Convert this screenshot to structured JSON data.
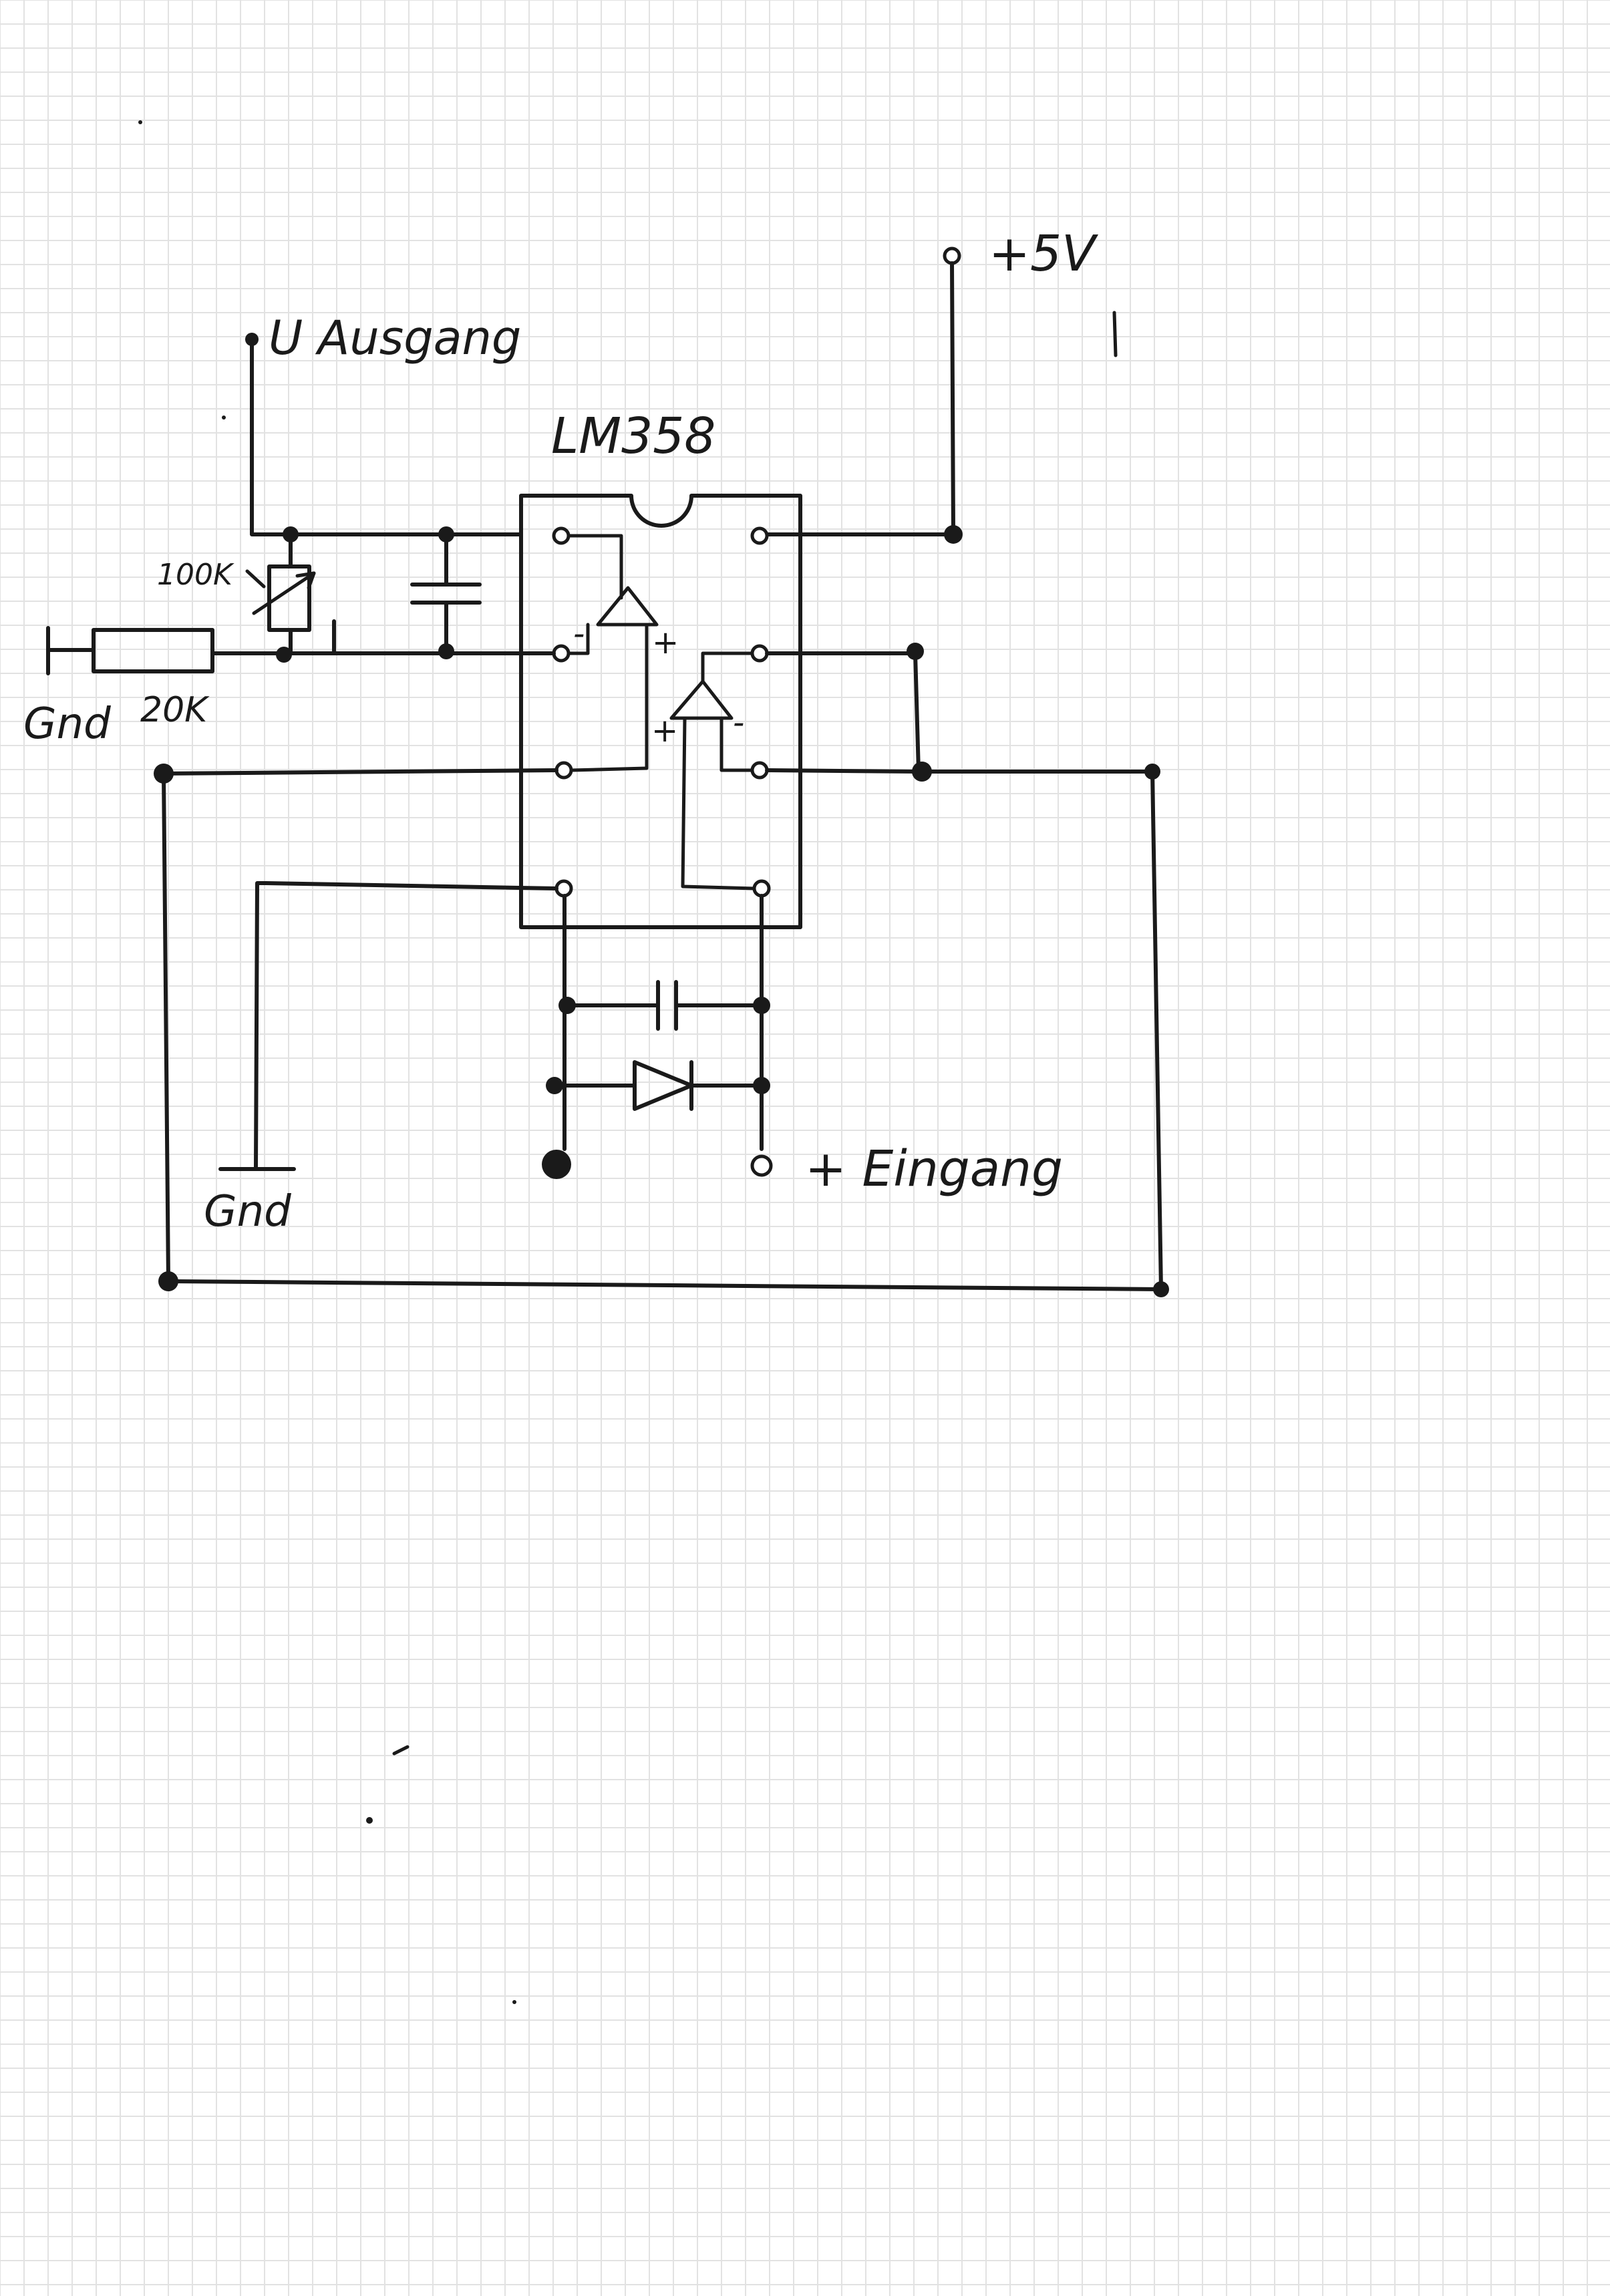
{
  "labels": {
    "supply": "+5V",
    "output": "U Ausgang",
    "chip": "LM358",
    "pot_value": "100K",
    "resistor_value": "20K",
    "ground_left": "Gnd",
    "ground_lower": "Gnd",
    "input": "+ Eingang"
  },
  "opamp_signs": {
    "top_minus": "-",
    "top_plus": "+",
    "bottom_plus": "+",
    "bottom_minus": "-"
  },
  "colors": {
    "ink": "#1a1a1a",
    "paper": "#ffffff",
    "grid": "#e2e2e2"
  }
}
